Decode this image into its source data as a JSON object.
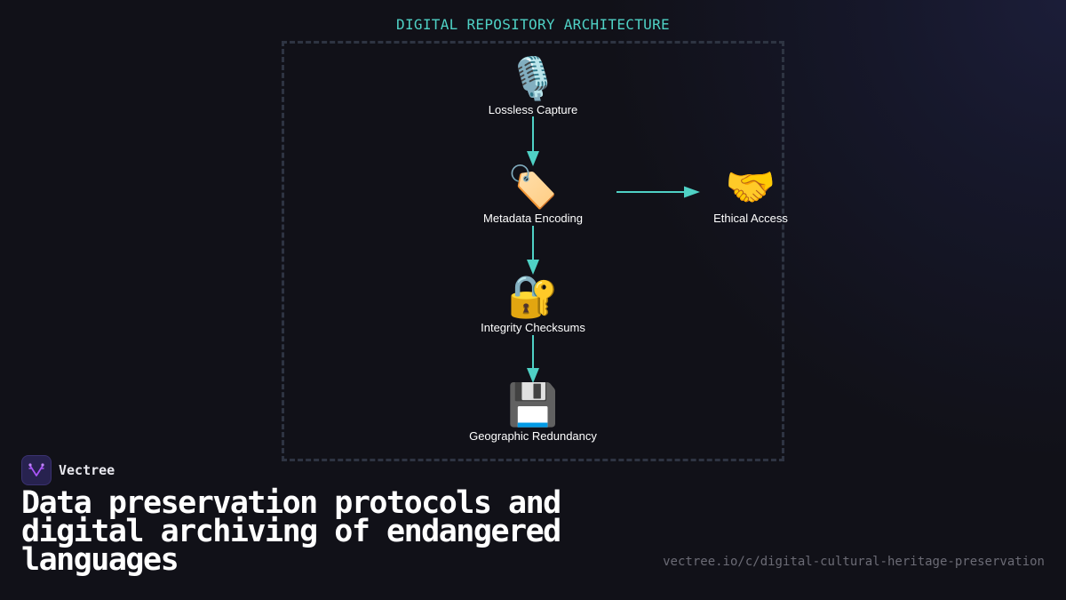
{
  "diagram": {
    "title": "DIGITAL REPOSITORY ARCHITECTURE",
    "accent_color": "#4fd1c5",
    "frame_color": "#2e3442",
    "nodes": [
      {
        "id": "lossless-capture",
        "label": "Lossless Capture",
        "icon": "🎙️",
        "icon_name": "microphone-icon"
      },
      {
        "id": "metadata-encoding",
        "label": "Metadata Encoding",
        "icon": "🏷️",
        "icon_name": "tag-icon"
      },
      {
        "id": "ethical-access",
        "label": "Ethical Access",
        "icon": "🤝",
        "icon_name": "handshake-icon"
      },
      {
        "id": "integrity-checksums",
        "label": "Integrity Checksums",
        "icon": "🔐",
        "icon_name": "locked-with-key-icon"
      },
      {
        "id": "geographic-redundancy",
        "label": "Geographic Redundancy",
        "icon": "💾",
        "icon_name": "floppy-disk-icon"
      }
    ],
    "edges": [
      {
        "from": "lossless-capture",
        "to": "metadata-encoding"
      },
      {
        "from": "metadata-encoding",
        "to": "ethical-access"
      },
      {
        "from": "metadata-encoding",
        "to": "integrity-checksums"
      },
      {
        "from": "integrity-checksums",
        "to": "geographic-redundancy"
      }
    ]
  },
  "brand": {
    "name": "Vectree",
    "logo_icon": "vectree-logo-icon",
    "logo_color": "#a855f7"
  },
  "headline": "Data preservation protocols and digital archiving of endangered languages",
  "url": "vectree.io/c/digital-cultural-heritage-preservation"
}
